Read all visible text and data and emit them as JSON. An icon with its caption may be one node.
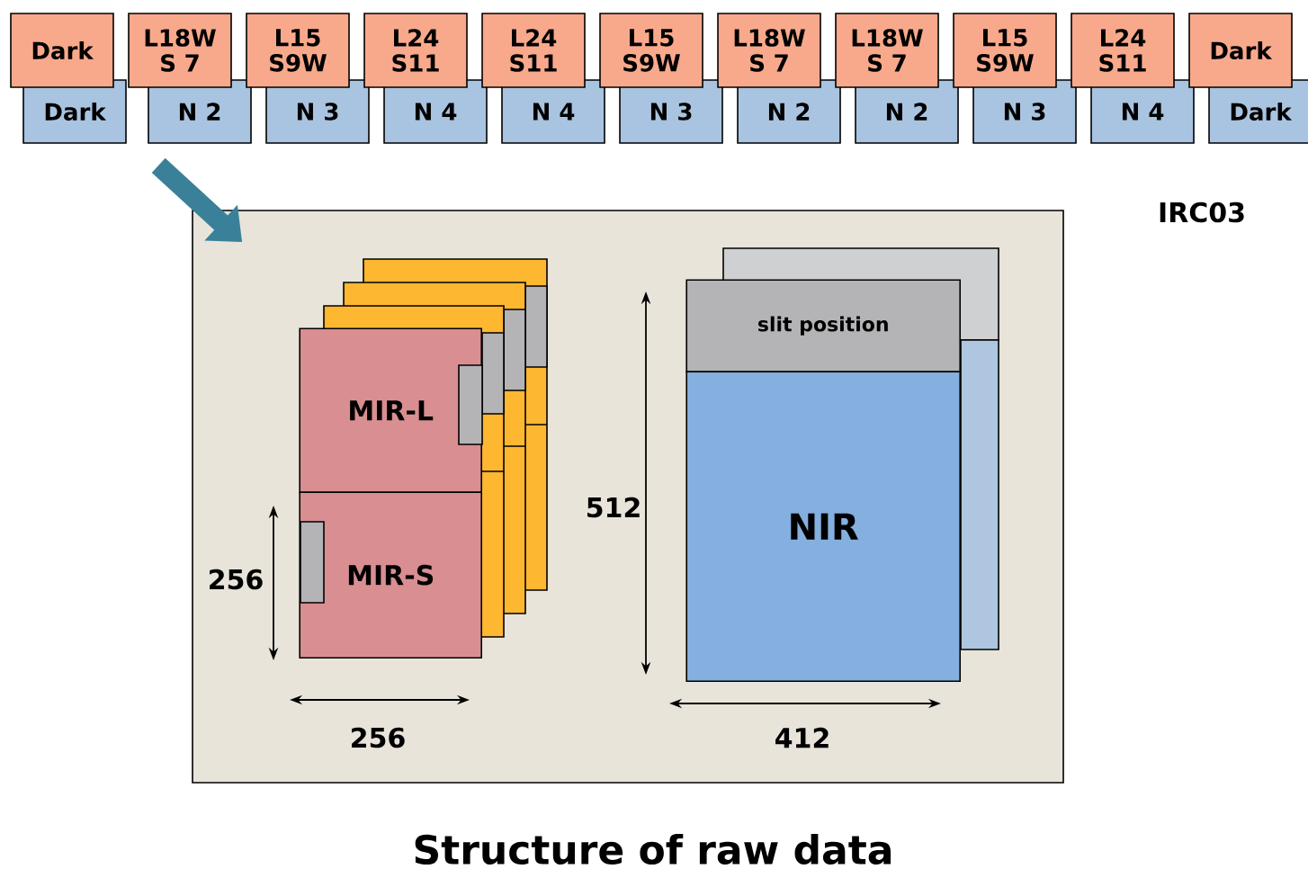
{
  "diagram": {
    "title": "Structure of raw data",
    "nodes": [
      {
        "text": [
          "Dark"
        ]
      },
      {
        "text": [
          "L18W S 7"
        ]
      },
      {
        "text": [
          "L15 S9W"
        ]
      },
      {
        "text": [
          "L24 S11"
        ]
      },
      {
        "text": [
          "L24 S11"
        ]
      },
      {
        "text": [
          "L15 S9W"
        ]
      },
      {
        "text": [
          "L18W S 7"
        ]
      },
      {
        "text": [
          "L18W S 7"
        ]
      },
      {
        "text": [
          "L15 S9W"
        ]
      },
      {
        "text": [
          "L24 S11"
        ]
      },
      {
        "text": [
          "Dark"
        ]
      },
      {
        "text": [
          "Dark"
        ]
      },
      {
        "text": [
          "N 2"
        ]
      },
      {
        "text": [
          "N 3"
        ]
      },
      {
        "text": [
          "N 4"
        ]
      },
      {
        "text": [
          "N 4"
        ]
      },
      {
        "text": [
          "N 3"
        ]
      },
      {
        "text": [
          "N 2"
        ]
      },
      {
        "text": [
          "N 2"
        ]
      },
      {
        "text": [
          "N 3"
        ]
      },
      {
        "text": [
          "N 4"
        ]
      },
      {
        "text": [
          "Dark"
        ]
      },
      {
        "text": [],
        "shape": "box"
      },
      {
        "text": [
          "MIR-L"
        ],
        "in": 22
      },
      {
        "text": [
          "MIR-S"
        ],
        "in": 22
      },
      {
        "text": [
          "slit position"
        ],
        "in": 22
      },
      {
        "text": [
          "NIR"
        ],
        "in": 22
      }
    ],
    "edges": [
      {
        "from": 12,
        "to": 22,
        "arrow": "to"
      }
    ],
    "labels": [
      "IRC03",
      "512",
      "256",
      "256",
      "412"
    ]
  }
}
